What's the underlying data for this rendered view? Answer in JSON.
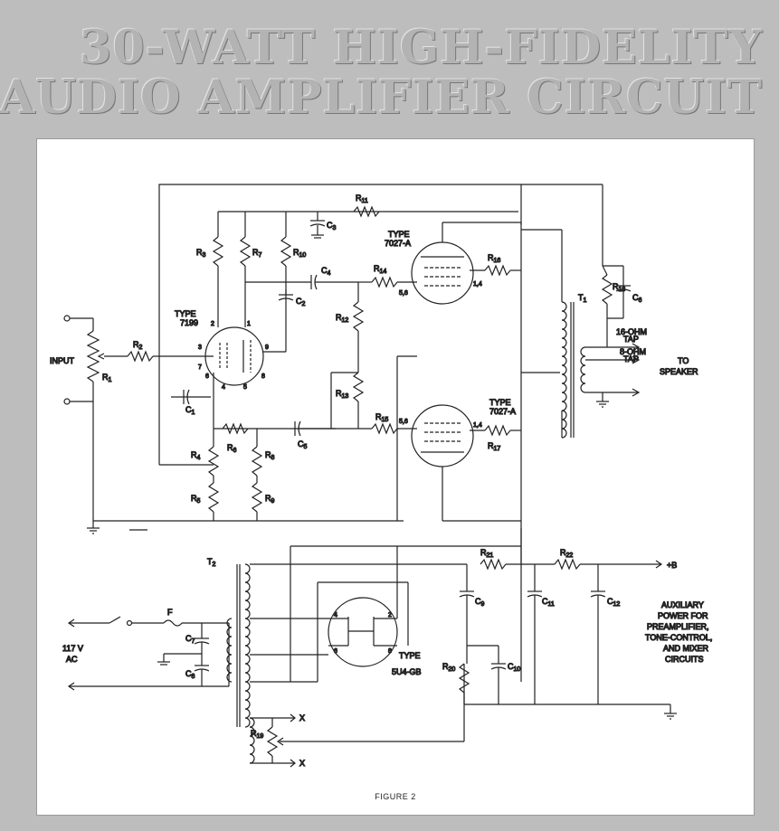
{
  "title": {
    "line1": "30-WATT HIGH-FIDELITY",
    "line2": "AUDIO AMPLIFIER CIRCUIT"
  },
  "figure_caption": "FIGURE 2",
  "labels": {
    "input": "INPUT",
    "r1": "R",
    "r1n": "1",
    "r2": "R",
    "r2n": "2",
    "r3": "R",
    "r3n": "3",
    "r4": "R",
    "r4n": "4",
    "r5": "R",
    "r5n": "5",
    "r6": "R",
    "r6n": "6",
    "r7": "R",
    "r7n": "7",
    "r8": "R",
    "r8n": "8",
    "r9": "R",
    "r9n": "9",
    "r10": "R",
    "r10n": "10",
    "r11": "R",
    "r11n": "11",
    "r12": "R",
    "r12n": "12",
    "r13": "R",
    "r13n": "13",
    "r14": "R",
    "r14n": "14",
    "r15": "R",
    "r15n": "15",
    "r16": "R",
    "r16n": "16",
    "r17": "R",
    "r17n": "17",
    "r18": "R",
    "r18n": "18",
    "r19": "R",
    "r19n": "19",
    "r20": "R",
    "r20n": "20",
    "r21": "R",
    "r21n": "21",
    "r22": "R",
    "r22n": "22",
    "c1": "C",
    "c1n": "1",
    "c2": "C",
    "c2n": "2",
    "c3": "C",
    "c3n": "3",
    "c4": "C",
    "c4n": "4",
    "c5": "C",
    "c5n": "5",
    "c6": "C",
    "c6n": "6",
    "c7": "C",
    "c7n": "7",
    "c8": "C",
    "c8n": "8",
    "c9": "C",
    "c9n": "9",
    "c10": "C",
    "c10n": "10",
    "c11": "C",
    "c11n": "11",
    "c12": "C",
    "c12n": "12",
    "t1": "T",
    "t1n": "1",
    "t2": "T",
    "t2n": "2",
    "f": "F",
    "type": "TYPE",
    "v7199": "7199",
    "v7027a_top": "7027-A",
    "v7027a_bot": "7027-A",
    "v5u4": "5U4-GB",
    "tap16": "16-OHM",
    "tap16b": "TAP",
    "tap8": "8-OHM",
    "tap8b": "TAP",
    "to": "TO",
    "speaker": "SPEAKER",
    "plusb": "+B",
    "aux1": "AUXILIARY",
    "aux2": "POWER FOR",
    "aux3": "PREAMPLIFIER,",
    "aux4": "TONE-CONTROL,",
    "aux5": "AND MIXER",
    "aux6": "CIRCUITS",
    "ac1": "117 V",
    "ac2": "AC",
    "x": "X",
    "p2": "2",
    "p1": "1",
    "p3": "3",
    "p7": "7",
    "p6": "6",
    "p9": "9",
    "p8": "8",
    "p4": "4",
    "p5": "5",
    "p56": "5,6",
    "p14": "1,4",
    "p4r": "4",
    "p2r": "2",
    "p6r": "6",
    "p8r": "8"
  }
}
